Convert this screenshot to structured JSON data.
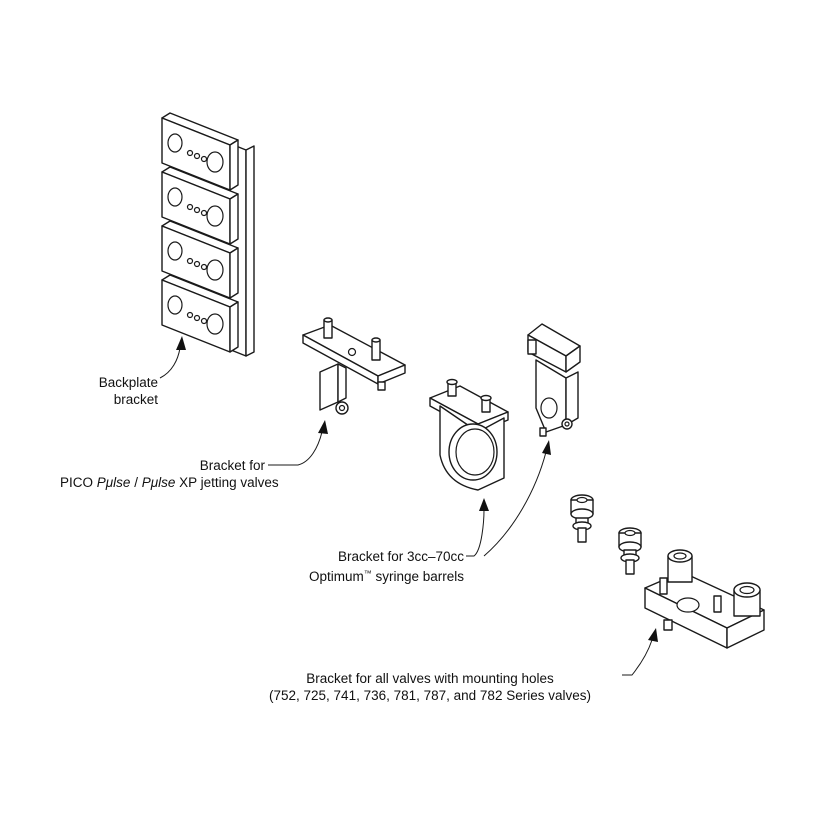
{
  "labels": {
    "backplate": {
      "line1": "Backplate",
      "line2": "bracket"
    },
    "pico": {
      "line1": "Bracket for",
      "line2_pre": "PICO ",
      "line2_it1": "Pμlse",
      "line2_mid": " / ",
      "line2_it2": "Pμlse",
      "line2_post": " XP jetting valves"
    },
    "syringe": {
      "line1": "Bracket for 3cc–70cc",
      "line2_pre": "Optimum",
      "line2_tm": "™",
      "line2_post": " syringe barrels"
    },
    "mounting": {
      "line1": "Bracket for all valves with mounting holes",
      "line2": "(752, 725, 741, 736, 781, 787, and 782 Series valves)"
    }
  }
}
